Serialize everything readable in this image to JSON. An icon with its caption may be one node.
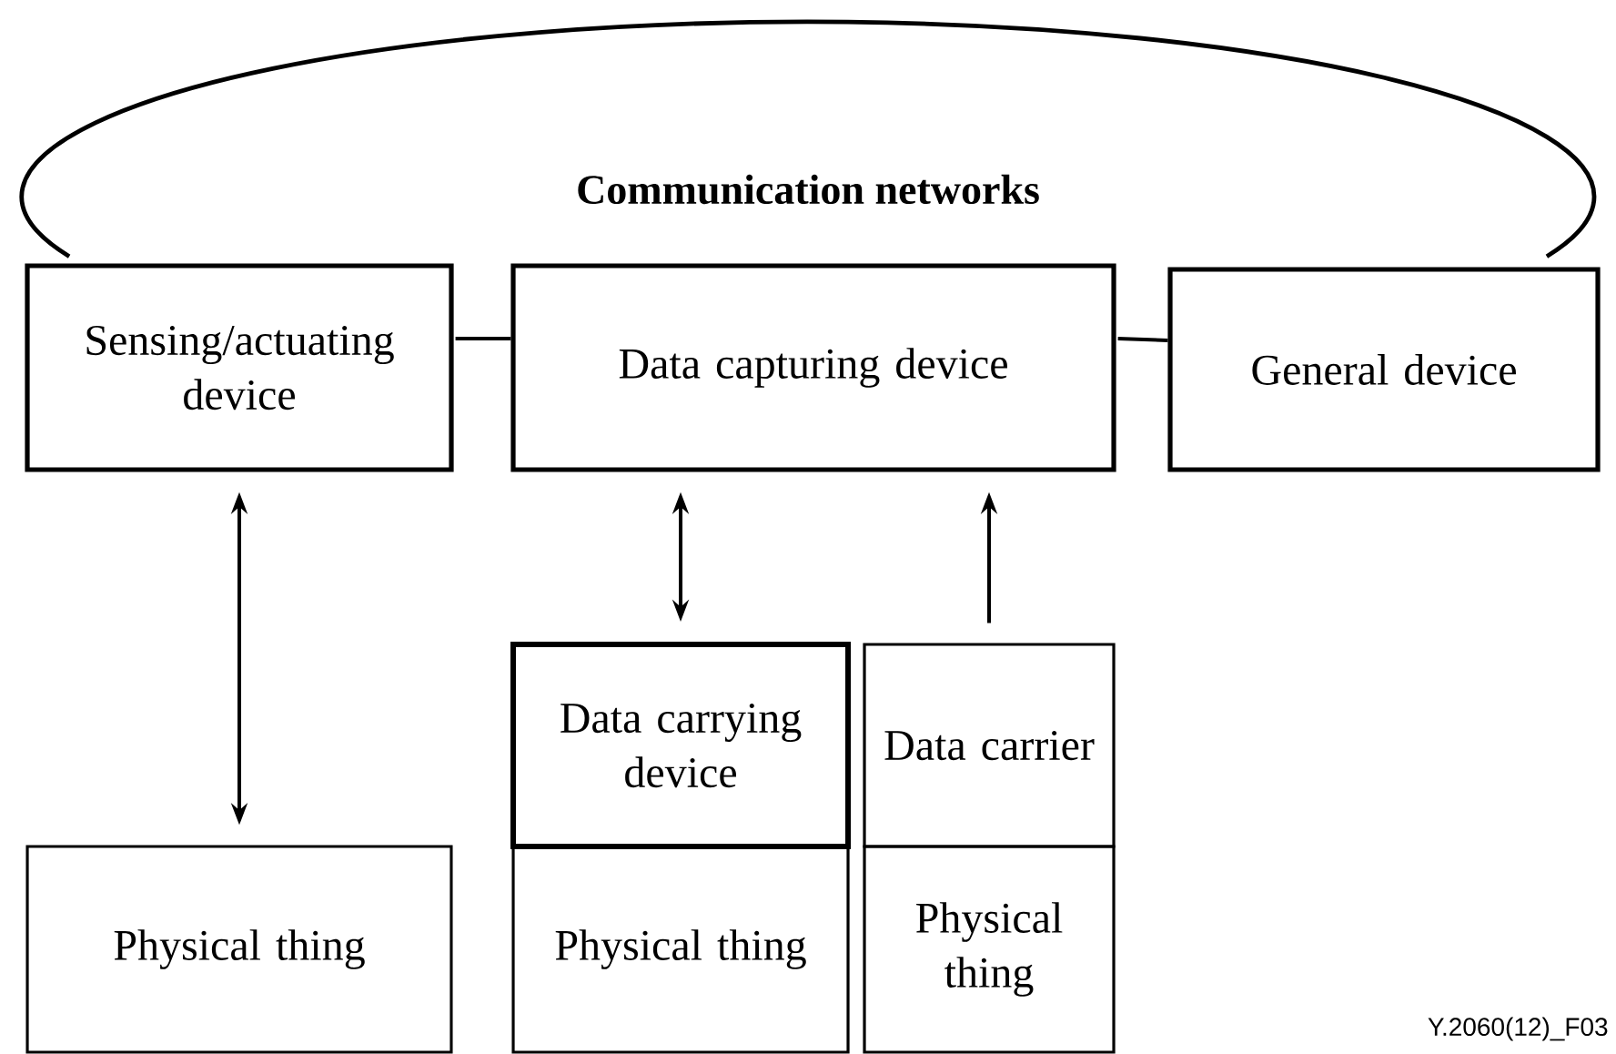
{
  "diagram": {
    "nodes": [
      {
        "text": [
          "Communication networks"
        ]
      },
      {
        "text": [
          "Sensing/actuating device"
        ]
      },
      {
        "text": [
          "Data capturing device"
        ]
      },
      {
        "text": [
          "General device"
        ]
      },
      {
        "text": [
          "Physical thing"
        ]
      },
      {
        "text": [
          "Data carrying device"
        ]
      },
      {
        "text": [
          "Physical thing"
        ]
      },
      {
        "text": [
          "Data carrier"
        ]
      },
      {
        "text": [
          "Physical thing"
        ]
      }
    ],
    "edges": [
      {
        "from": 1,
        "to": 2,
        "arrow": "none"
      },
      {
        "from": 2,
        "to": 3,
        "arrow": "none"
      },
      {
        "from": 1,
        "to": 4,
        "arrow": "both"
      },
      {
        "from": 2,
        "to": 5,
        "arrow": "both"
      },
      {
        "from": 7,
        "to": 2,
        "arrow": "to"
      }
    ],
    "labels": [
      "Y.2060(12)_F03"
    ]
  }
}
